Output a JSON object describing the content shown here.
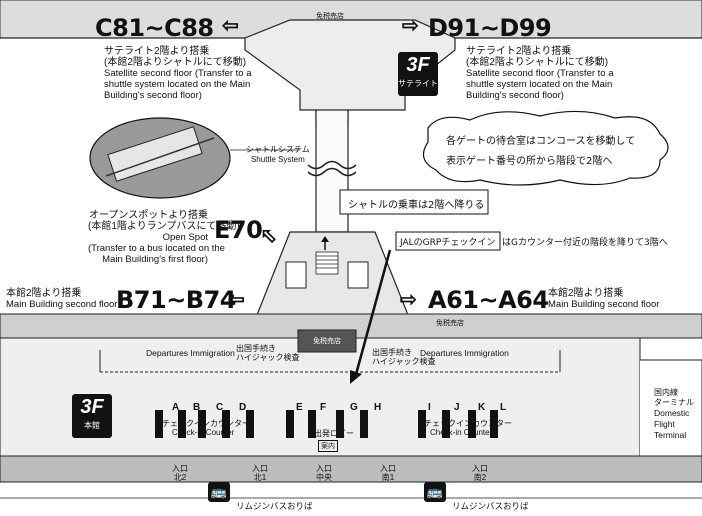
{
  "satellite": {
    "gates_left": "C81~C88",
    "gates_right": "D91~D99",
    "shop_label": "免税売店",
    "floor_badge": "3F",
    "floor_sub": "サテライト",
    "board_left": {
      "jp1": "サテライト2階より搭乗",
      "jp2": "(本館2階よりシャトルにて移動)",
      "en1": "Satellite second floor (Transfer to a",
      "en2": "shuttle system located on the Main",
      "en3": "Building's second floor)"
    },
    "board_right": {
      "jp1": "サテライト2階より搭乗",
      "jp2": "(本館2階よりシャトルにて移動)",
      "en1": "Satellite second floor (Transfer to a",
      "en2": "shuttle system located on the Main",
      "en3": "Building's second floor)"
    }
  },
  "shuttle": {
    "jp": "シャトルシステム",
    "en": "Shuttle System"
  },
  "notes": {
    "cloud_line1": "各ゲートの待合室はコンコースを移動して",
    "cloud_line2": "表示ゲート番号の所から階段で2階へ",
    "shuttle_box": "シャトルの乗車は2階へ降りる",
    "jal_box": "JALのGRPチェックイン",
    "jal_rest": "はGカウンター付近の階段を降りて3階へ"
  },
  "open_spot": {
    "gate": "E70",
    "jp1": "オープンスポットより搭乗",
    "jp2": "(本館1階よりランプバスにて移動)",
    "en1": "Open Spot",
    "en2": "(Transfer to a bus located on the",
    "en3": "Main Building's first floor)"
  },
  "main_left": {
    "gates": "B71~B74",
    "jp": "本館2階より搭乗",
    "en": "Main Building second floor"
  },
  "main_right": {
    "gates": "A61~A64",
    "jp": "本館2階より搭乗",
    "en": "Main Building second floor"
  },
  "main": {
    "shop_label": "免税売店",
    "center_label": "免税売店",
    "immigration_left": "Departures Immigration",
    "immigration_right": "Departures Immigration",
    "security_left_1": "出国手続き",
    "security_left_2": "ハイジャック検査",
    "security_right_1": "出国手続き",
    "security_right_2": "ハイジャック検査",
    "floor_badge": "3F",
    "floor_sub": "本館",
    "counters_left": [
      "A",
      "B",
      "C",
      "D"
    ],
    "counters_mid": [
      "E",
      "F",
      "G",
      "H"
    ],
    "counters_right": [
      "I",
      "J",
      "K",
      "L"
    ],
    "checkin_jp_left": "チェックインカウンター",
    "checkin_en_left": "Check-in Counter",
    "checkin_jp_right": "チェックインカウンター",
    "checkin_en_right": "Check-in Counter",
    "departure_lobby": "出発ロビー",
    "info_label": "案内",
    "domestic_jp1": "国内線",
    "domestic_jp2": "ターミナル",
    "domestic_en1": "Domestic",
    "domestic_en2": "Flight",
    "domestic_en3": "Terminal"
  },
  "entrances": [
    {
      "l1": "入口",
      "l2": "北2"
    },
    {
      "l1": "入口",
      "l2": "北1"
    },
    {
      "l1": "入口",
      "l2": "中央"
    },
    {
      "l1": "入口",
      "l2": "南1"
    },
    {
      "l1": "入口",
      "l2": "南2"
    }
  ],
  "bus": {
    "left": "リムジンバスおりば",
    "right": "リムジンバスおりば"
  }
}
